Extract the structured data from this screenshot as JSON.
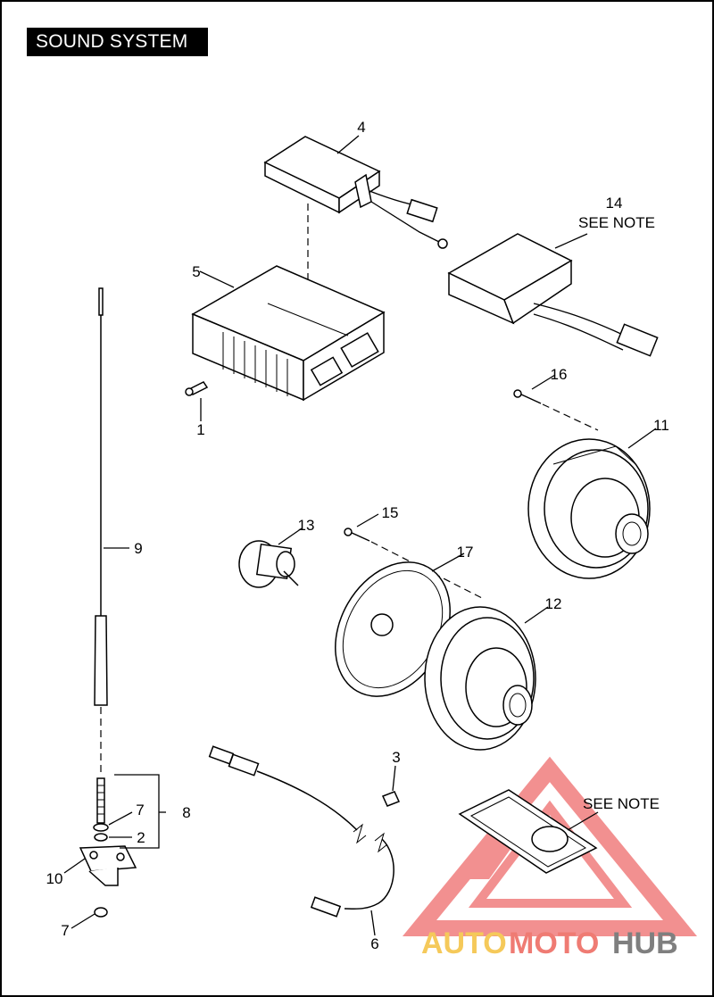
{
  "title": "SOUND SYSTEM",
  "callouts": {
    "c1": "1",
    "c2": "2",
    "c3": "3",
    "c4": "4",
    "c5": "5",
    "c6": "6",
    "c7a": "7",
    "c7b": "7",
    "c8": "8",
    "c9": "9",
    "c10": "10",
    "c11": "11",
    "c12": "12",
    "c13": "13",
    "c14": "14",
    "c15": "15",
    "c16": "16",
    "c17": "17"
  },
  "notes": {
    "c14_note": "SEE NOTE",
    "card_note": "SEE NOTE"
  },
  "watermark": {
    "part1": "AUTO",
    "part2": "MOTO",
    "part3": "HUB",
    "colors": {
      "auto": "#f5c95a",
      "moto": "#ef7b73",
      "hub": "#7f7f7f",
      "triangle": "#ee6b6b"
    }
  }
}
